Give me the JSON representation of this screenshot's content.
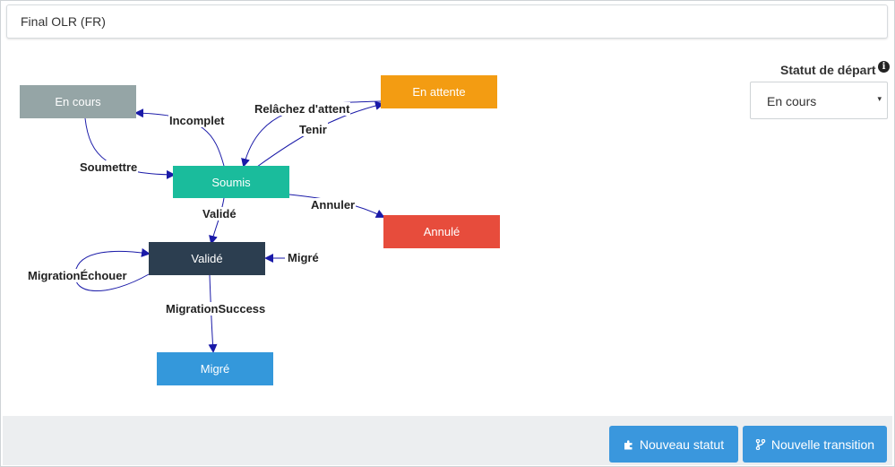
{
  "header": {
    "title": "Final OLR (FR)"
  },
  "start_status": {
    "label": "Statut de départ",
    "info_icon": "info-circle-icon",
    "selected": "En cours",
    "caret": "▾"
  },
  "nodes": {
    "en_cours": {
      "label": "En cours",
      "color": "#95a5a6"
    },
    "en_attente": {
      "label": "En attente",
      "color": "#f39c12"
    },
    "soumis": {
      "label": "Soumis",
      "color": "#1abc9c"
    },
    "annule": {
      "label": "Annulé",
      "color": "#e74c3c"
    },
    "valide": {
      "label": "Validé",
      "color": "#2c3e50"
    },
    "migre": {
      "label": "Migré",
      "color": "#3498db"
    }
  },
  "edges": {
    "incomplet": "Incomplet",
    "relachez": "Relâchez d'attent",
    "tenir": "Tenir",
    "soumettre": "Soumettre",
    "valide": "Validé",
    "annuler": "Annuler",
    "migre": "Migré",
    "migration_echouer": "MigrationÉchouer",
    "migration_success": "MigrationSuccess"
  },
  "footer": {
    "new_status": "Nouveau statut",
    "new_transition": "Nouvelle transition",
    "new_status_icon": "puzzle-icon",
    "new_transition_icon": "branch-icon"
  },
  "colors": {
    "accent": "#3a97dd",
    "edge": "#1a1aa8"
  }
}
